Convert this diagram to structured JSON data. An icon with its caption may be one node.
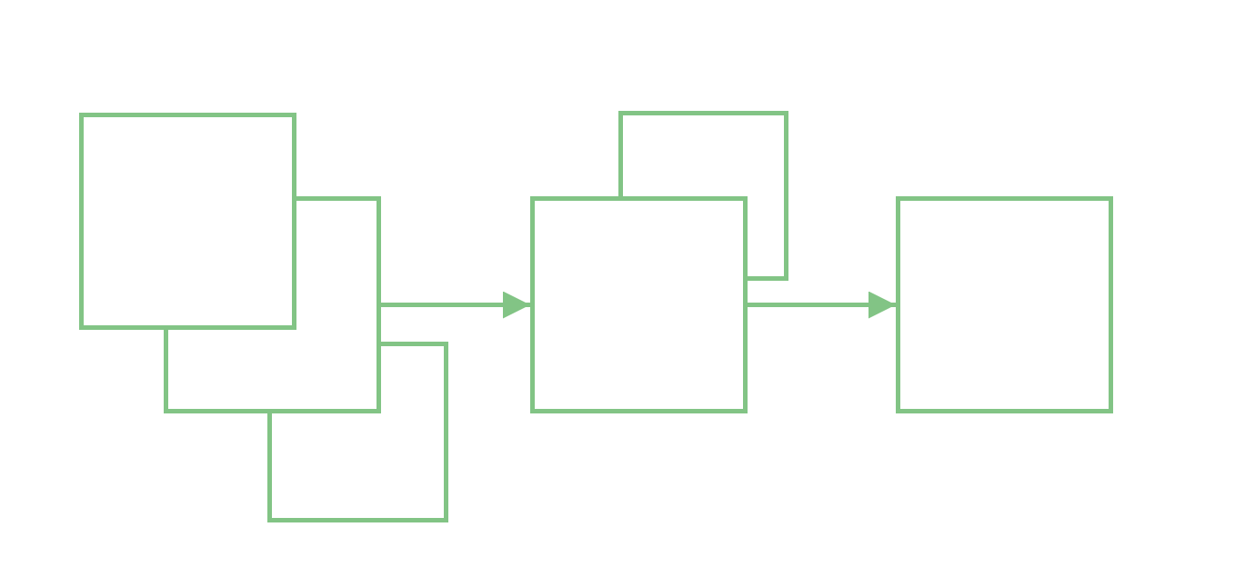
{
  "diagram": {
    "nodes": [
      {
        "text": [],
        "shape": "box"
      },
      {
        "text": [],
        "shape": "box"
      },
      {
        "text": [],
        "shape": "box"
      },
      {
        "text": [],
        "shape": "box"
      },
      {
        "text": [],
        "shape": "box"
      },
      {
        "text": [],
        "shape": "box"
      }
    ],
    "edges": [
      {
        "from": 1,
        "to": 3,
        "arrow": "to"
      },
      {
        "from": 3,
        "to": 5,
        "arrow": "to"
      }
    ]
  }
}
